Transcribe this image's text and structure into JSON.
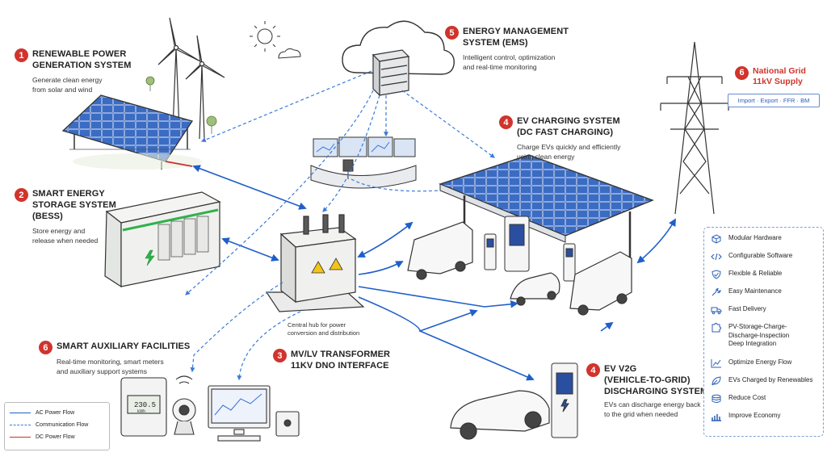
{
  "sections": {
    "renewable": {
      "num": "1",
      "title_l1": "RENEWABLE POWER",
      "title_l2": "GENERATION SYSTEM",
      "desc_l1": "Generate clean energy",
      "desc_l2": "from solar and wind"
    },
    "storage": {
      "num": "2",
      "title_l1": "SMART ENERGY",
      "title_l2": "STORAGE SYSTEM",
      "title_l3": "(BESS)",
      "desc_l1": "Store energy and",
      "desc_l2": "release when needed"
    },
    "transformer": {
      "num": "3",
      "title_l1": "MV/LV TRANSFORMER",
      "title_l2": "11kV DNO INTERFACE",
      "hub_l1": "Central hub for power",
      "hub_l2": "conversion and distribution"
    },
    "ev_charging": {
      "num": "4",
      "title_l1": "EV CHARGING SYSTEM",
      "title_l2": "(DC FAST CHARGING)",
      "desc_l1": "Charge EVs quickly and efficiently",
      "desc_l2": "using clean energy"
    },
    "ems": {
      "num": "5",
      "title_l1": "ENERGY MANAGEMENT",
      "title_l2": "SYSTEM (EMS)",
      "desc_l1": "Intelligent control, optimization",
      "desc_l2": "and real-time monitoring"
    },
    "grid": {
      "num": "6",
      "title_l1": "National Grid",
      "title_l2": "11kV Supply",
      "tag": "Import · Export · FFR · BM"
    },
    "auxiliary": {
      "num": "6",
      "title": "SMART AUXILIARY FACILITIES",
      "desc_l1": "Real-time monitoring, smart meters",
      "desc_l2": "and auxiliary support systems"
    },
    "v2g": {
      "num": "4",
      "title_l1": "EV V2G",
      "title_l2": "(VEHICLE-TO-GRID)",
      "title_l3": "DISCHARGING SYSTEM",
      "desc_l1": "EVs can discharge energy back",
      "desc_l2": "to the grid when needed"
    }
  },
  "features": [
    {
      "icon": "cube-icon",
      "label": "Modular Hardware"
    },
    {
      "icon": "code-icon",
      "label": "Configurable Software"
    },
    {
      "icon": "shield-icon",
      "label": "Flexible & Reliable"
    },
    {
      "icon": "wrench-icon",
      "label": "Easy Maintenance"
    },
    {
      "icon": "truck-icon",
      "label": "Fast Delivery"
    },
    {
      "icon": "puzzle-icon",
      "label_l1": "PV-Storage-Charge-",
      "label_l2": "Discharge-Inspection",
      "label_l3": "Deep Integration"
    },
    {
      "icon": "chart-line-icon",
      "label": "Optimize Energy Flow"
    },
    {
      "icon": "leaf-icon",
      "label": "EVs Charged by Renewables"
    },
    {
      "icon": "coins-icon",
      "label": "Reduce Cost"
    },
    {
      "icon": "bar-chart-icon",
      "label": "Improve Economy"
    }
  ],
  "legend": {
    "ac": "AC Power Flow",
    "comm": "Communication Flow",
    "dc": "DC Power Flow"
  },
  "meter": {
    "reading": "230.5",
    "unit": "kWh"
  },
  "colors": {
    "accent_red": "#d0342c",
    "ac_blue": "#1f5fc9",
    "comm_blue": "#3b7ad8",
    "dc_red": "#c9302c"
  }
}
